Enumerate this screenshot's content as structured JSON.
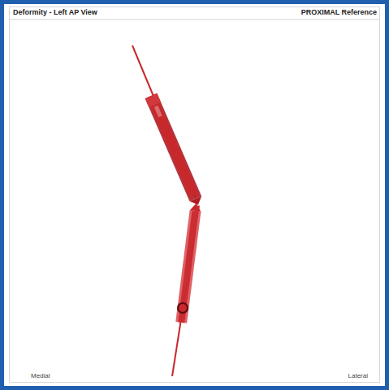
{
  "diagram": {
    "title": "Deformity - Left AP View",
    "labels": [
      "PROXIMAL Reference",
      "Medial",
      "Lateral"
    ]
  }
}
